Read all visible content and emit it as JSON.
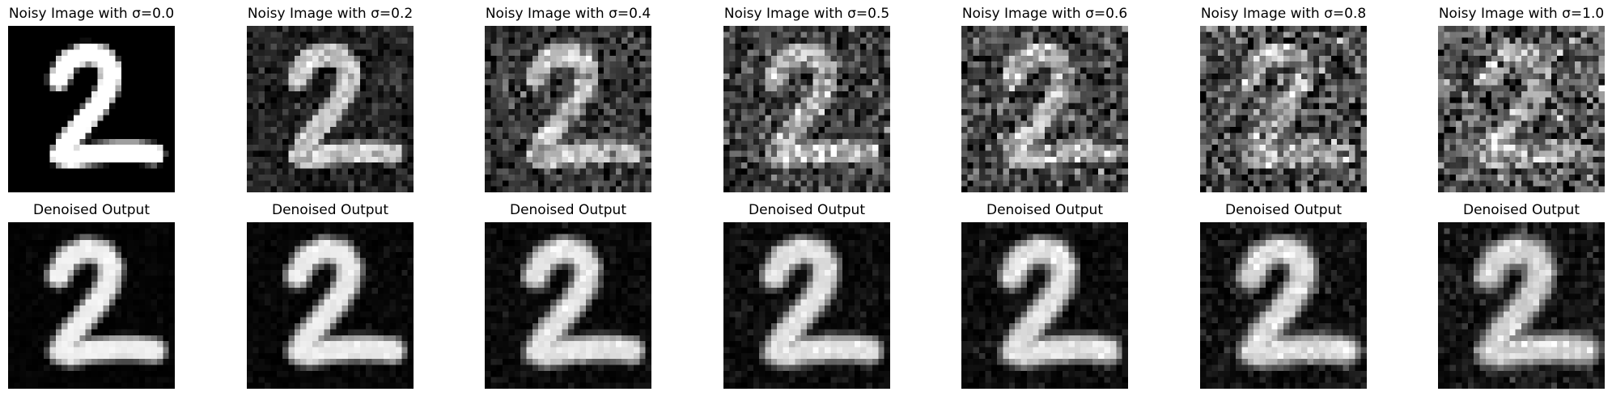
{
  "figure": {
    "rows": [
      {
        "row": "noisy",
        "panels": [
          {
            "title": "Noisy Image with σ=0.0",
            "sigma": 0.0
          },
          {
            "title": "Noisy Image with σ=0.2",
            "sigma": 0.2
          },
          {
            "title": "Noisy Image with σ=0.4",
            "sigma": 0.4
          },
          {
            "title": "Noisy Image with σ=0.5",
            "sigma": 0.5
          },
          {
            "title": "Noisy Image with σ=0.6",
            "sigma": 0.6
          },
          {
            "title": "Noisy Image with σ=0.8",
            "sigma": 0.8
          },
          {
            "title": "Noisy Image with σ=1.0",
            "sigma": 1.0
          }
        ]
      },
      {
        "row": "denoised",
        "panels": [
          {
            "title": "Denoised Output",
            "sigma": 0.0
          },
          {
            "title": "Denoised Output",
            "sigma": 0.2
          },
          {
            "title": "Denoised Output",
            "sigma": 0.4
          },
          {
            "title": "Denoised Output",
            "sigma": 0.5
          },
          {
            "title": "Denoised Output",
            "sigma": 0.6
          },
          {
            "title": "Denoised Output",
            "sigma": 0.8
          },
          {
            "title": "Denoised Output",
            "sigma": 1.0
          }
        ]
      }
    ]
  }
}
